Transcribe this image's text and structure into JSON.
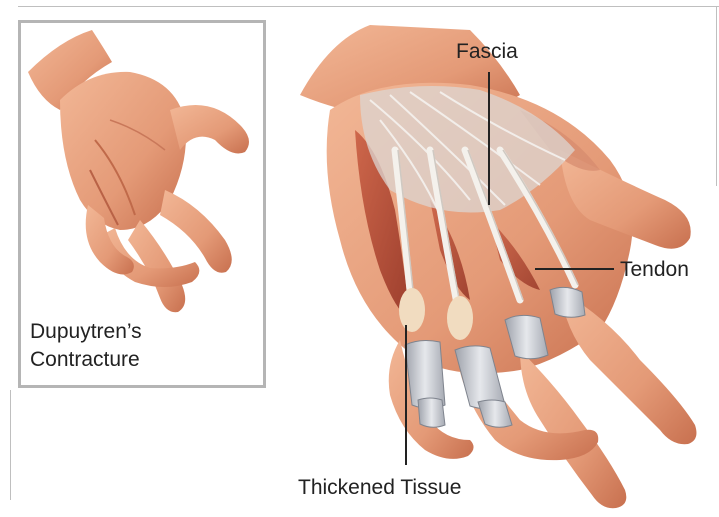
{
  "inset": {
    "caption_line1": "Dupuytren’s",
    "caption_line2": "Contracture"
  },
  "labels": {
    "fascia": "Fascia",
    "tendon": "Tendon",
    "thickened_tissue": "Thickened Tissue"
  },
  "colors": {
    "skin": "#e8a17e",
    "skin_shadow": "#c9714f",
    "muscle": "#b8442e",
    "fascia": "#d9d4d0",
    "tendon": "#f0ede8",
    "sheath": "#c9cbd1",
    "outline": "#222222"
  }
}
